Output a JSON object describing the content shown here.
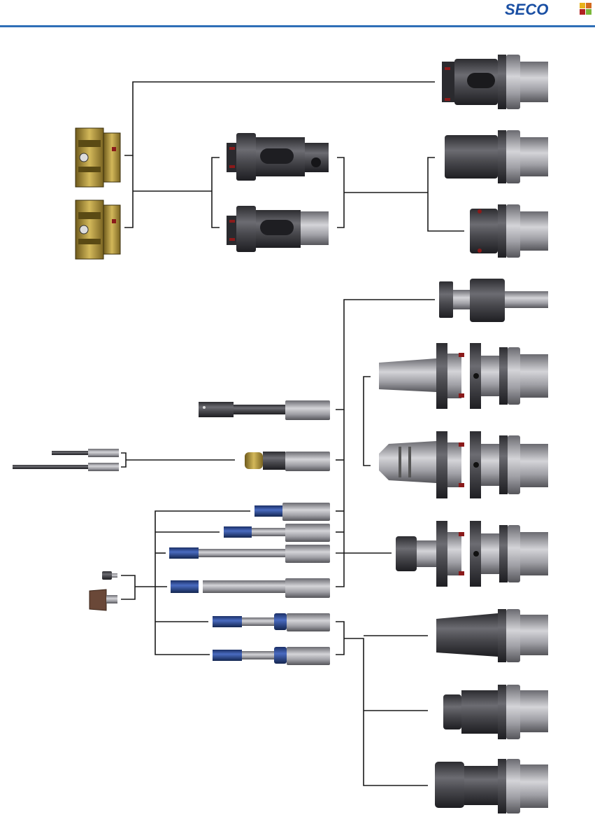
{
  "brand": {
    "logo_text": "SECO",
    "logo_color": "#1a4fa3",
    "header_rule_color": "#2f6fb7",
    "logo_square_colors": [
      "#e8b21a",
      "#d2691e",
      "#b22222",
      "#7bb83a"
    ]
  },
  "colors": {
    "line": "#1a1a1a",
    "steel_dark": "#4a4a4e",
    "steel_light": "#a9a9ad",
    "blue_tip": "#2f4f9b",
    "gold": "#b89a3b",
    "red_key": "#8b1a1a"
  },
  "components": {
    "cutters": [
      "cutter-head-top",
      "cutter-head-bottom"
    ],
    "adapters": [
      "reduction-adapter-top",
      "reduction-adapter-bottom"
    ],
    "holders_upper": [
      "hsk-direct-adapter",
      "hsk-cylindrical-adapter",
      "hsk-short-adapter"
    ],
    "boring_bars": [
      "boring-bar-1",
      "boring-bar-2",
      "boring-bar-3",
      "boring-bar-4",
      "boring-bar-5",
      "boring-bar-6",
      "boring-bar-7",
      "boring-bar-8"
    ],
    "holders_lower": [
      "hsk-extension-shank",
      "hsk-weldon-adapter",
      "hsk-collet-adapter",
      "hsk-er-adapter",
      "hsk-shrink-chuck",
      "hsk-hydraulic-chuck",
      "hsk-er-chuck"
    ],
    "small_tools": [
      "small-reamer",
      "long-reamer",
      "screw",
      "mini-cutter"
    ]
  }
}
